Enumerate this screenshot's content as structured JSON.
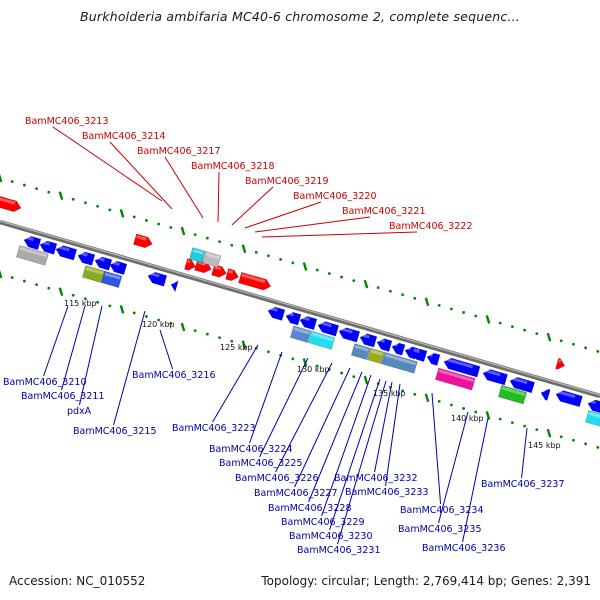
{
  "title": "Burkholderia ambifaria MC40-6 chromosome 2, complete sequenc...",
  "footer": {
    "accession": "Accession: NC_010552",
    "stats": "Topology: circular; Length: 2,769,414 bp; Genes: 2,391"
  },
  "colors": {
    "forward_label": "#cc0000",
    "reverse_label": "#0000aa",
    "forward_gene": "#ff0000",
    "reverse_gene": "#0000ff",
    "backbone": "#808080",
    "tick": "#008800"
  },
  "scale_labels": [
    "115 kbp",
    "120 kbp",
    "125 kbp",
    "130 kbp",
    "135 kbp",
    "140 kbp",
    "145 kbp"
  ],
  "forward_genes": [
    "BamMC406_3213",
    "BamMC406_3214",
    "BamMC406_3217",
    "BamMC406_3218",
    "BamMC406_3219",
    "BamMC406_3220",
    "BamMC406_3221",
    "BamMC406_3222"
  ],
  "reverse_genes": [
    "BamMC406_3210",
    "BamMC406_3211",
    "pdxA",
    "BamMC406_3215",
    "BamMC406_3216",
    "BamMC406_3223",
    "BamMC406_3224",
    "BamMC406_3225",
    "BamMC406_3226",
    "BamMC406_3227",
    "BamMC406_3228",
    "BamMC406_3229",
    "BamMC406_3230",
    "BamMC406_3231",
    "BamMC406_3232",
    "BamMC406_3233",
    "BamMC406_3234",
    "BamMC406_3235",
    "BamMC406_3236",
    "BamMC406_3237"
  ]
}
